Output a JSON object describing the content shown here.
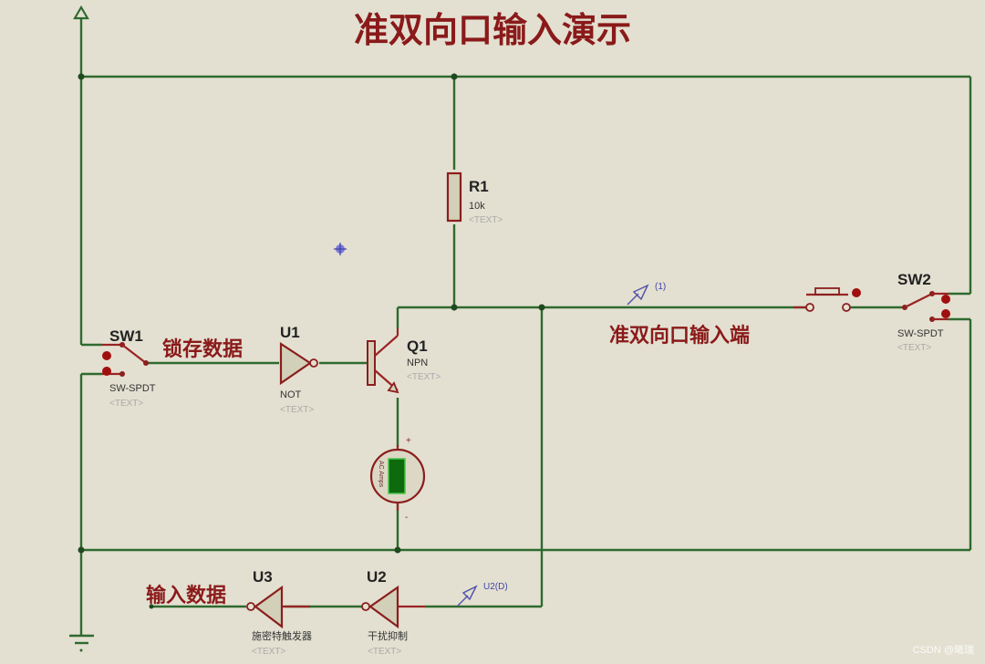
{
  "title": "准双向口输入演示",
  "components": {
    "r1": {
      "ref": "R1",
      "value": "10k",
      "text": "<TEXT>"
    },
    "sw1": {
      "ref": "SW1",
      "type": "SW-SPDT",
      "text": "<TEXT>"
    },
    "u1": {
      "ref": "U1",
      "type": "NOT",
      "text": "<TEXT>"
    },
    "q1": {
      "ref": "Q1",
      "type": "NPN",
      "text": "<TEXT>"
    },
    "ammeter": {
      "label": "AC Amps",
      "plus": "+",
      "minus": "-"
    },
    "sw2": {
      "ref": "SW2",
      "type": "SW-SPDT",
      "text": "<TEXT>"
    },
    "u2": {
      "ref": "U2",
      "type": "干扰抑制",
      "text": "<TEXT>"
    },
    "u3": {
      "ref": "U3",
      "type": "施密特触发器",
      "text": "<TEXT>"
    }
  },
  "labels": {
    "latch_data": "锁存数据",
    "quasi_port_input": "准双向口输入端",
    "input_data": "输入数据"
  },
  "probes": {
    "p1": "(1)",
    "p2": "U2(D)"
  },
  "colors": {
    "background": "#e3e0d1",
    "wire": "#2f6a2f",
    "component": "#8b1e1e",
    "label": "#8a1a1a",
    "probe": "#4444aa"
  },
  "watermark": "CSDN @曦瑞"
}
